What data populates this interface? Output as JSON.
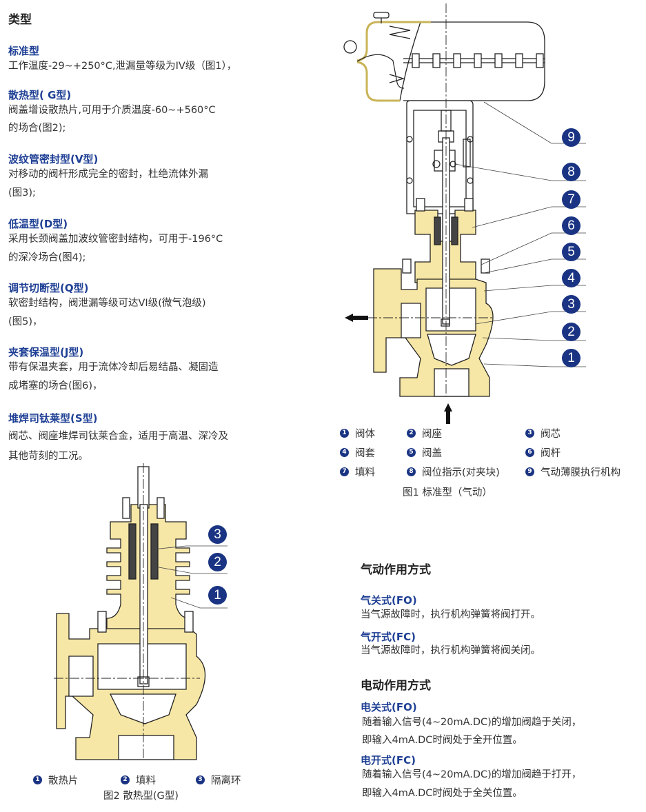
{
  "types_section": {
    "title": "类型",
    "items": [
      {
        "heading": "标准型",
        "lines": [
          "工作温度-29~+250°C,泄漏量等级为IV级（图1），"
        ]
      },
      {
        "heading": "散热型( G型)",
        "lines": [
          "阀盖增设散热片,可用于介质温度-60~+560°C",
          "的场合(图2);"
        ]
      },
      {
        "heading": "波纹管密封型(V型)",
        "lines": [
          "对移动的阀杆形成完全的密封，杜绝流体外漏",
          "(图3);"
        ]
      },
      {
        "heading": "低温型(D型)",
        "lines": [
          "采用长颈阀盖加波纹管密封结构，可用于-196°C",
          "的深冷场合(图4);"
        ]
      },
      {
        "heading": "调节切断型(Q型)",
        "lines": [
          "软密封结构，阀泄漏等级可达VI级(微气泡级)",
          "(图5)，"
        ]
      },
      {
        "heading": "夹套保温型(J型)",
        "lines": [
          "带有保温夹套，用于流体冷却后易结晶、凝固造",
          "成堵塞的场合(图6)，"
        ]
      },
      {
        "heading": "堆焊司钛莱型(S型)",
        "lines": [
          "阀芯、阀座堆焊司钛莱合金，适用于高温、深冷及",
          "其他苛刻的工况。"
        ]
      }
    ]
  },
  "figure1": {
    "callouts": [
      "9",
      "8",
      "7",
      "6",
      "5",
      "4",
      "3",
      "2",
      "1"
    ],
    "legend": [
      {
        "num": "1",
        "label": "阀体"
      },
      {
        "num": "2",
        "label": "阀座"
      },
      {
        "num": "3",
        "label": "阀芯"
      },
      {
        "num": "4",
        "label": "阀套"
      },
      {
        "num": "5",
        "label": "阀盖"
      },
      {
        "num": "6",
        "label": "阀杆"
      },
      {
        "num": "7",
        "label": "填料"
      },
      {
        "num": "8",
        "label": "阀位指示(对夹块)"
      },
      {
        "num": "9",
        "label": "气动薄膜执行机构"
      }
    ],
    "caption": "图1  标准型（气动）"
  },
  "figure2": {
    "callouts": [
      "3",
      "2",
      "1"
    ],
    "legend": [
      {
        "num": "1",
        "label": "散热片"
      },
      {
        "num": "2",
        "label": "填料"
      },
      {
        "num": "3",
        "label": "隔离环"
      }
    ],
    "caption": "图2  散热型(G型)"
  },
  "pneumatic": {
    "title": "气动作用方式",
    "items": [
      {
        "heading": "气关式(FO)",
        "lines": [
          "当气源故障时，执行机构弹簧将阀打开。"
        ]
      },
      {
        "heading": "气开式(FC)",
        "lines": [
          "当气源故障时，执行机构弹簧将阀关闭。"
        ]
      }
    ]
  },
  "electric": {
    "title": "电动作用方式",
    "items": [
      {
        "heading": "电关式(FO)",
        "lines": [
          "随着输入信号(4~20mA.DC)的增加阀趋于关闭，",
          "即输入4mA.DC时阀处于全开位置。"
        ]
      },
      {
        "heading": "电开式(FC)",
        "lines": [
          "随着输入信号(4~20mA.DC)的增加阀趋于打开，",
          "即输入4mA.DC时阀处于全关位置。"
        ]
      }
    ]
  },
  "colors": {
    "heading_blue": "#1e3f94",
    "callout_navy": "#1a3483",
    "body_fill": "#f7e7a6",
    "outline": "#222222"
  }
}
